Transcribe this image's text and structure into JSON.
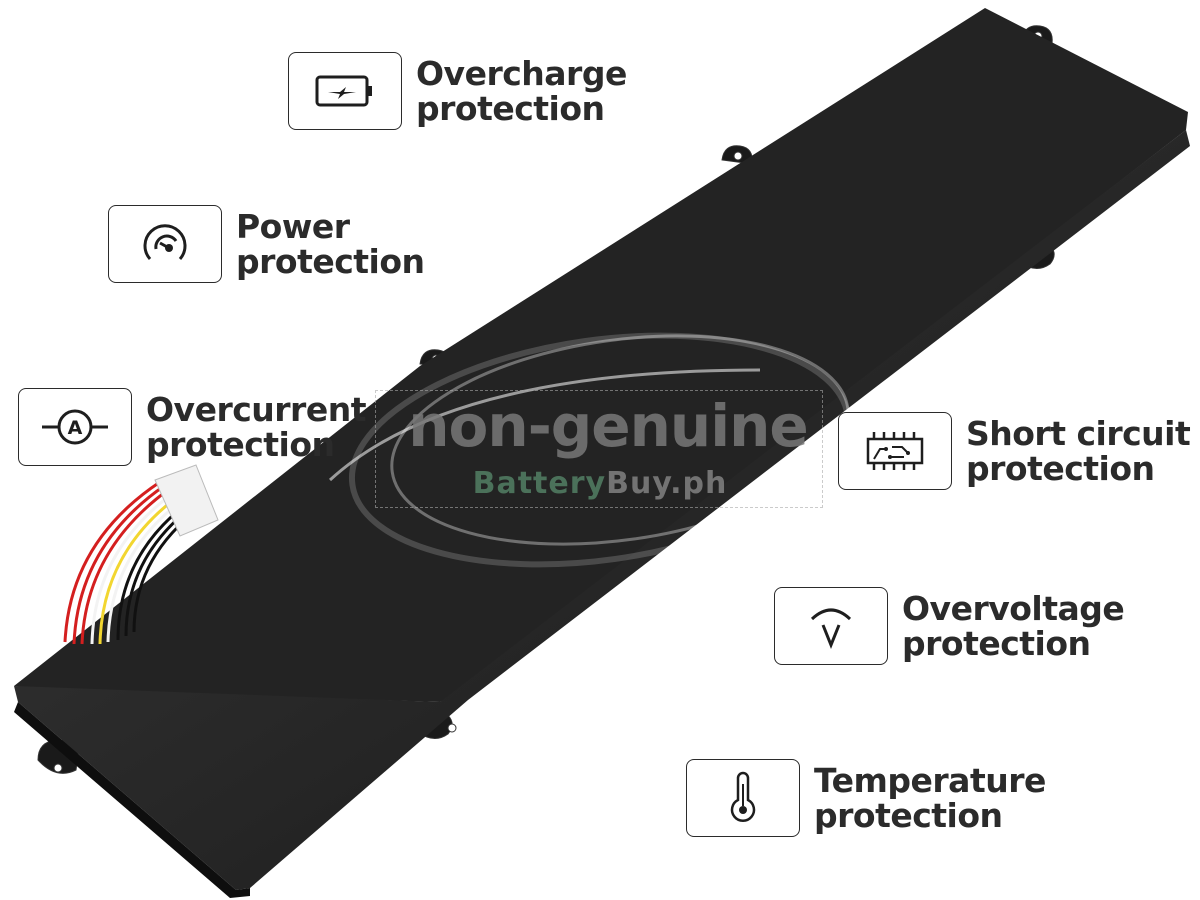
{
  "features": [
    {
      "id": "overcharge",
      "icon": "battery-charge-icon",
      "line1": "Overcharge",
      "line2": "protection"
    },
    {
      "id": "power",
      "icon": "gauge-icon",
      "line1": "Power",
      "line2": "protection"
    },
    {
      "id": "overcurrent",
      "icon": "ammeter-icon",
      "line1": "Overcurrent",
      "line2": "protection"
    },
    {
      "id": "short-circuit",
      "icon": "circuit-chip-icon",
      "line1": "Short circuit",
      "line2": "protection"
    },
    {
      "id": "overvoltage",
      "icon": "voltmeter-icon",
      "line1": "Overvoltage",
      "line2": "protection"
    },
    {
      "id": "temperature",
      "icon": "thermometer-icon",
      "line1": "Temperature",
      "line2": "protection"
    }
  ],
  "watermark": {
    "main": "non-genuine",
    "sub_green": "Battery",
    "sub_gray": "Buy.ph"
  },
  "colors": {
    "battery_body": "#232323",
    "text": "#2b2b2b",
    "wire_red": "#d41f1f",
    "wire_yellow": "#f2d630",
    "wire_black": "#111111",
    "watermark_green": "#5a8c6e"
  }
}
